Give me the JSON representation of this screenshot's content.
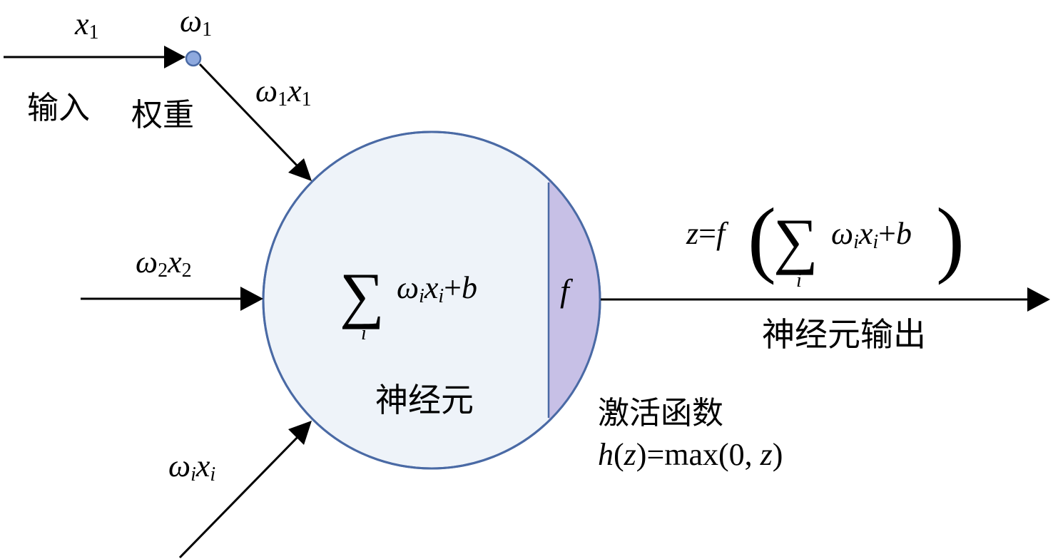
{
  "labels": {
    "input": "输入",
    "weight": "权重",
    "neuron": "神经元",
    "neuron_output": "神经元输出",
    "activation_function": "激活函数"
  },
  "math": {
    "x": "x",
    "omega": "ω",
    "one": "1",
    "two": "2",
    "i": "i",
    "sigma": "∑",
    "plus_b": "+b",
    "b": "b",
    "plus": "+",
    "f": "f",
    "z": "z",
    "equals": "=",
    "left_paren": "(",
    "right_paren": ")",
    "h": "h",
    "max_text": "=max(0, ",
    "close": ")"
  },
  "colors": {
    "neuron_fill": "#eef3f9",
    "neuron_stroke": "#4a6aa5",
    "activation_fill": "#c7c0e6",
    "weight_node_fill": "#8ea9de",
    "arrow": "#000000"
  }
}
